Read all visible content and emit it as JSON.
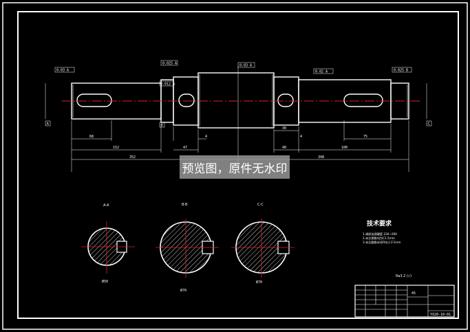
{
  "watermark": "预览图，原件无水印",
  "material": "45",
  "drawing_number": "YX20-10-01",
  "technical_requirements": {
    "title": "技术要求",
    "items": [
      "1.调质处理硬度 230~260",
      "2.未注倒角均为C1.5mm",
      "3.未注圆角半径R均小于1mm"
    ]
  },
  "surface_roughness": "Ra3.2 (√)",
  "sections": [
    {
      "label": "A-A",
      "diameter": "Ø50"
    },
    {
      "label": "B-B",
      "diameter": "Ø70"
    },
    {
      "label": "C-C",
      "diameter": "Ø70"
    }
  ],
  "dimensions": {
    "len_68": "68",
    "len_152": "152",
    "len_352": "352",
    "len_47": "47",
    "len_4a": "4",
    "len_30": "30",
    "len_40": "40",
    "len_4b": "4",
    "len_100": "100",
    "len_348": "348",
    "len_75": "75"
  },
  "tolerance_frames": [
    "0.03 A",
    "0.025 A",
    "0.03 A",
    "0.02 A",
    "0.025 B",
    "0.012 A"
  ],
  "datums": [
    "A",
    "B",
    "C"
  ]
}
